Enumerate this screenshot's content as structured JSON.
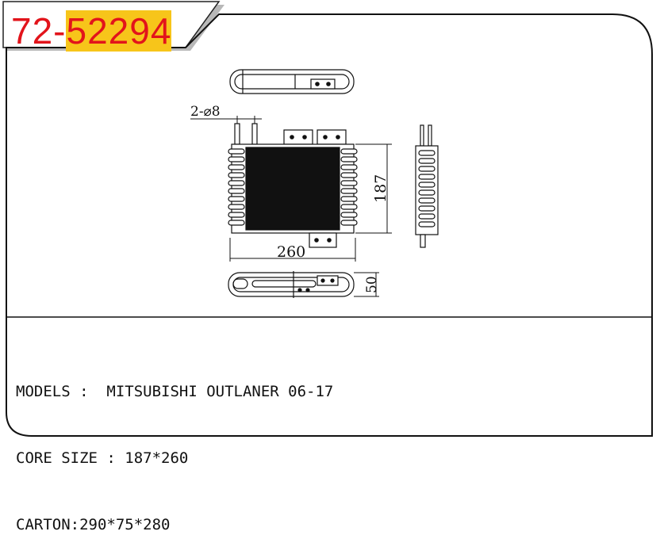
{
  "header": {
    "part_number_prefix": "72-",
    "part_number_highlight": "52294"
  },
  "drawing": {
    "pipe_label": "2-⌀8",
    "width_label": "260",
    "height_label": "187",
    "depth_label": "50"
  },
  "info": {
    "models": "MODELS :  MITSUBISHI OUTLANER 06-17",
    "core_size": "CORE SIZE : 187*260",
    "carton": "CARTON:290*75*280"
  },
  "colors": {
    "accent_red": "#e2141b",
    "highlight_yellow": "#f7c51a",
    "line": "#111111"
  }
}
